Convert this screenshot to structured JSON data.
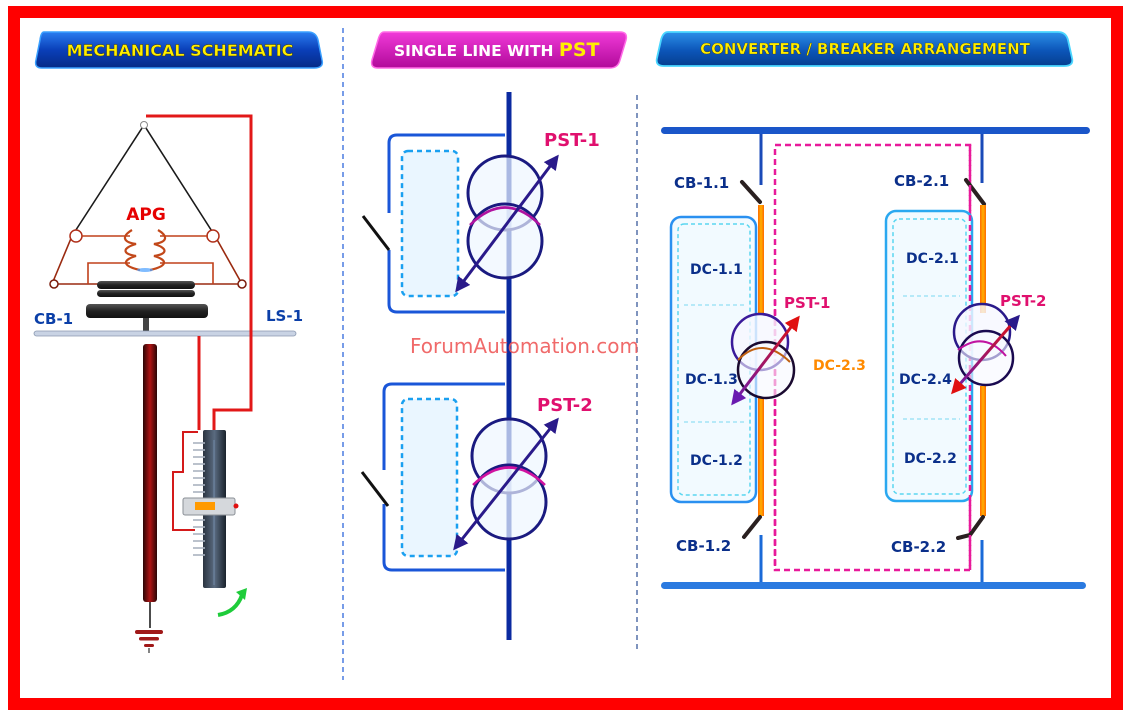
{
  "panels": {
    "mechanical": {
      "title": "MECHANICAL SCHEMATIC",
      "labels": {
        "apg": "APG",
        "cb": "CB-1",
        "ls": "LS-1"
      }
    },
    "single_line": {
      "title_main": "SINGLE LINE WITH ",
      "title_accent": "PST",
      "labels": {
        "pst1": "PST-1",
        "pst2": "PST-2"
      }
    },
    "converter": {
      "title": "CONVERTER / BREAKER ARRANGEMENT",
      "labels": {
        "cb11": "CB-1.1",
        "cb12": "CB-1.2",
        "cb21": "CB-2.1",
        "cb22": "CB-2.2",
        "dc11": "DC-1.1",
        "dc12": "DC-1.2",
        "dc13": "DC-1.3",
        "dc21": "DC-2.1",
        "dc22": "DC-2.2",
        "dc23": "DC-2.3",
        "dc24": "DC-2.4",
        "pst1": "PST-1",
        "pst2": "PST-2"
      }
    }
  },
  "watermark": "ForumAutomation.com",
  "colors": {
    "frame": "#ff0000",
    "title_blue": "#0a3fb8",
    "title_magenta": "#d10fb5",
    "title_text_yellow": "#ffee00",
    "label_navy": "#0b2f8a",
    "label_red": "#e60000",
    "label_pink": "#e0106e",
    "label_orange": "#ff8a00",
    "bus_blue": "#1a56c9",
    "watermark": "#ee5a5a"
  }
}
